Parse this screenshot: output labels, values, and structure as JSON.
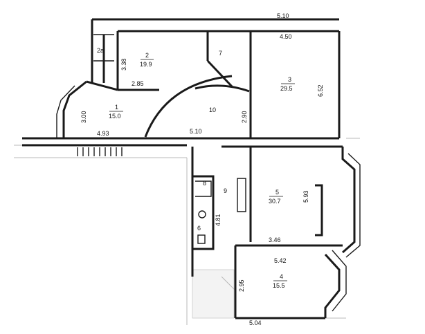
{
  "plan": {
    "top_dimension": "5.10",
    "rooms": [
      {
        "id": "2a",
        "number": "2а",
        "area": ""
      },
      {
        "id": "2",
        "number": "2",
        "area": "19.9"
      },
      {
        "id": "7",
        "number": "7",
        "area": ""
      },
      {
        "id": "3",
        "number": "3",
        "area": "29.5"
      },
      {
        "id": "1",
        "number": "1",
        "area": "15.0"
      },
      {
        "id": "10",
        "number": "10",
        "area": ""
      },
      {
        "id": "8",
        "number": "8",
        "area": ""
      },
      {
        "id": "9",
        "number": "9",
        "area": ""
      },
      {
        "id": "5",
        "number": "5",
        "area": "30.7"
      },
      {
        "id": "6",
        "number": "6",
        "area": ""
      },
      {
        "id": "4",
        "number": "4",
        "area": "15.5"
      }
    ],
    "dimensions": {
      "d_4_50": "4.50",
      "d_3_38": "3.38",
      "d_6_52": "6.52",
      "d_2_85": "2.85",
      "d_3_00": "3.00",
      "d_2_90": "2.90",
      "d_4_93": "4.93",
      "d_5_10b": "5.10",
      "d_5_93": "5.93",
      "d_4_81": "4.81",
      "d_3_46": "3.46",
      "d_5_42": "5.42",
      "d_2_95": "2.95",
      "d_5_04": "5.04"
    }
  }
}
